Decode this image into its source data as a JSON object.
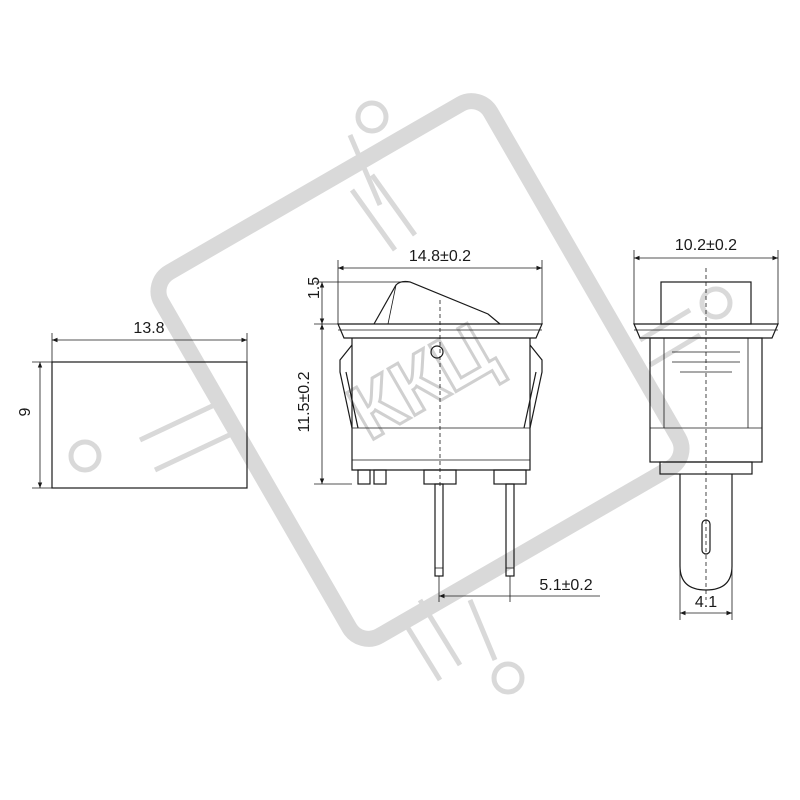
{
  "dimensions": {
    "front_width": "14.8±0.2",
    "rocker_height": "1.5",
    "body_height": "11.5±0.2",
    "pin_spacing": "5.1±0.2",
    "side_width": "10.2±0.2",
    "side_tab_width": "4.1",
    "cutout_width": "13.8",
    "cutout_height": "9"
  },
  "watermark": {
    "text": "ККЦ"
  }
}
